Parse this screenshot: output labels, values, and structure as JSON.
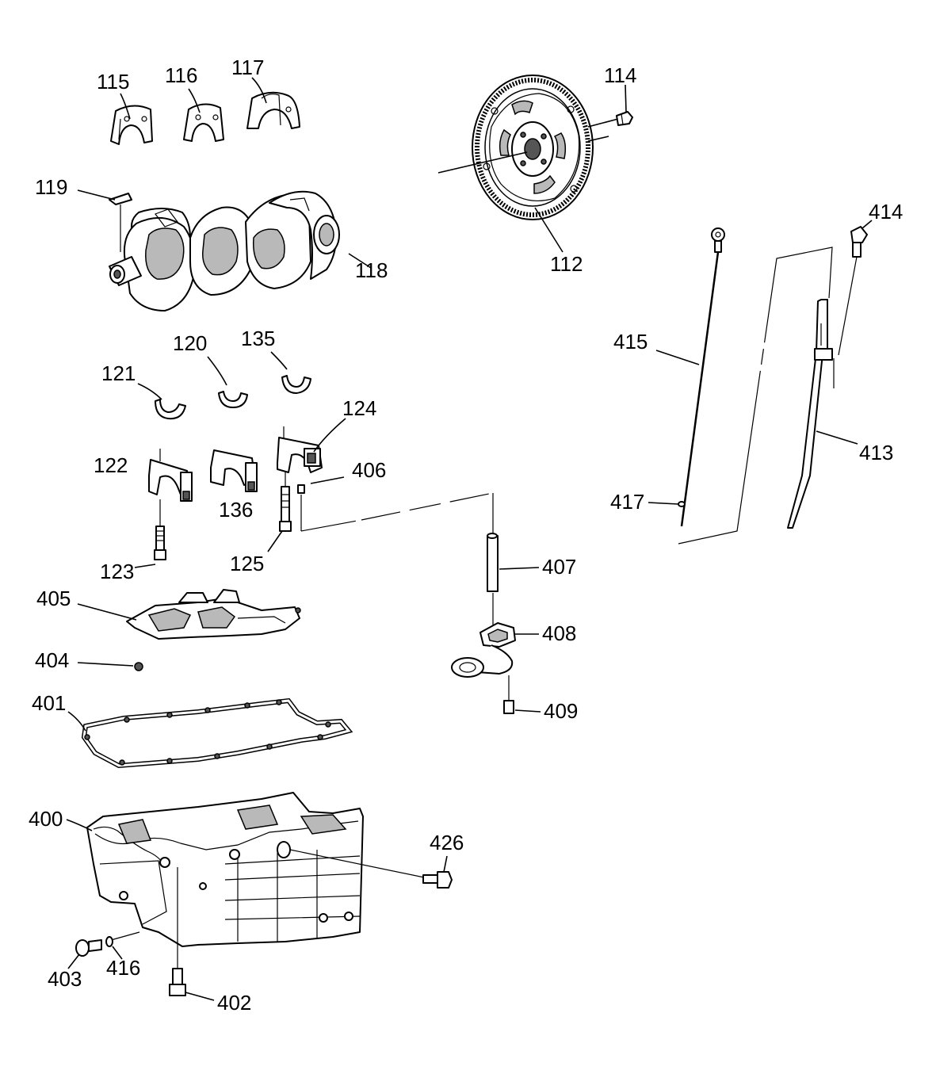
{
  "diagram": {
    "callouts": {
      "c112": "112",
      "c114": "114",
      "c115": "115",
      "c116": "116",
      "c117": "117",
      "c118": "118",
      "c119": "119",
      "c120": "120",
      "c121": "121",
      "c122": "122",
      "c123": "123",
      "c124": "124",
      "c125": "125",
      "c135": "135",
      "c136": "136",
      "c400": "400",
      "c401": "401",
      "c402": "402",
      "c403": "403",
      "c404": "404",
      "c405": "405",
      "c406": "406",
      "c407": "407",
      "c408": "408",
      "c409": "409",
      "c413": "413",
      "c414": "414",
      "c415": "415",
      "c416": "416",
      "c417": "417",
      "c426": "426"
    }
  }
}
